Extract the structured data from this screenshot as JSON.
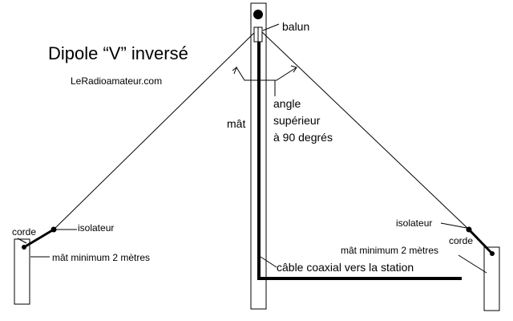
{
  "title": "Dipole “V” inversé",
  "website": "LeRadioamateur.com",
  "labels": {
    "balun": "balun",
    "mast": "mât",
    "angle": [
      "angle",
      "supérieur",
      "à 90 degrés"
    ],
    "left_rope": "corde",
    "left_insulator": "isolateur",
    "left_mast": "mât minimum 2 mètres",
    "right_insulator": "isolateur",
    "right_rope": "corde",
    "right_mast": "mât minimum 2 mètres",
    "coax": "câble coaxial vers la station"
  },
  "colors": {
    "ink": "#000000",
    "background": "#ffffff"
  }
}
